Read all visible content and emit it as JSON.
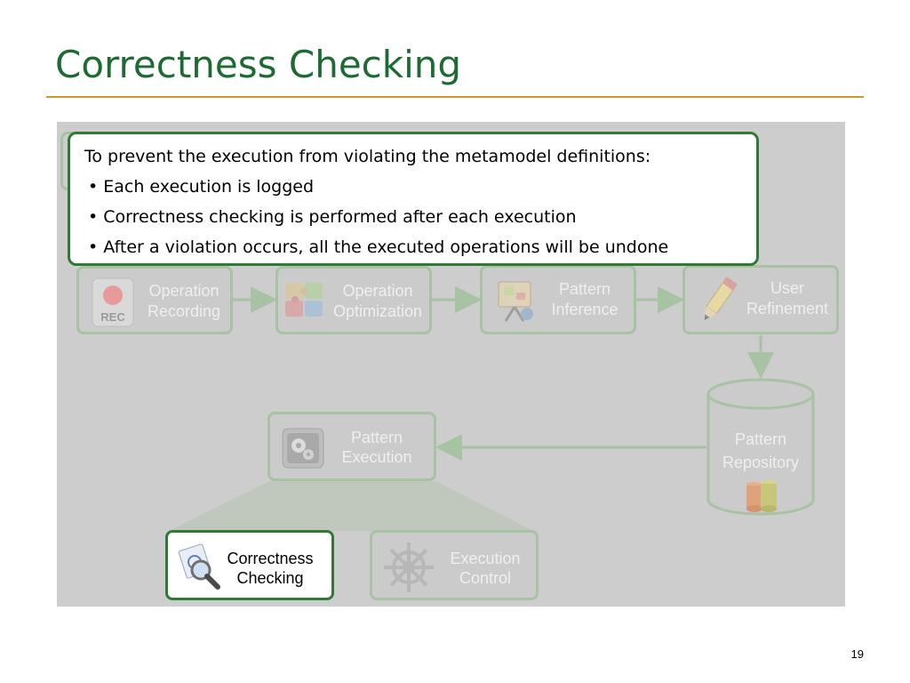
{
  "slide": {
    "title": "Correctness Checking",
    "page_number": "19"
  },
  "callout": {
    "intro": "To prevent the execution from violating the metamodel definitions:",
    "bullets": [
      "• Each execution is logged",
      "• Correctness checking is performed after each execution",
      "• After a violation occurs, all the executed operations will be undone"
    ]
  },
  "diagram": {
    "nodes": {
      "operation_recording": {
        "line1": "Operation",
        "line2": "Recording",
        "icon": "rec-icon",
        "icon_text": "REC"
      },
      "operation_optimization": {
        "line1": "Operation",
        "line2": "Optimization",
        "icon": "puzzle-icon"
      },
      "pattern_inference": {
        "line1": "Pattern",
        "line2": "Inference",
        "icon": "presentation-icon"
      },
      "user_refinement": {
        "line1": "User",
        "line2": "Refinement",
        "icon": "pencil-icon"
      },
      "pattern_repository": {
        "line1": "Pattern",
        "line2": "Repository",
        "icon": "database-icon"
      },
      "pattern_execution": {
        "line1": "Pattern",
        "line2": "Execution",
        "icon": "gears-icon"
      },
      "correctness_checking": {
        "line1": "Correctness",
        "line2": "Checking",
        "icon": "magnifier-icon",
        "highlighted": true
      },
      "execution_control": {
        "line1": "Execution",
        "line2": "Control",
        "icon": "ship-wheel-icon"
      }
    }
  },
  "colors": {
    "title": "#1d6b33",
    "rule": "#c89b2a",
    "panel": "#cdcdcd",
    "node_border": "#a8c3a4",
    "highlight_border": "#2f7a34"
  }
}
